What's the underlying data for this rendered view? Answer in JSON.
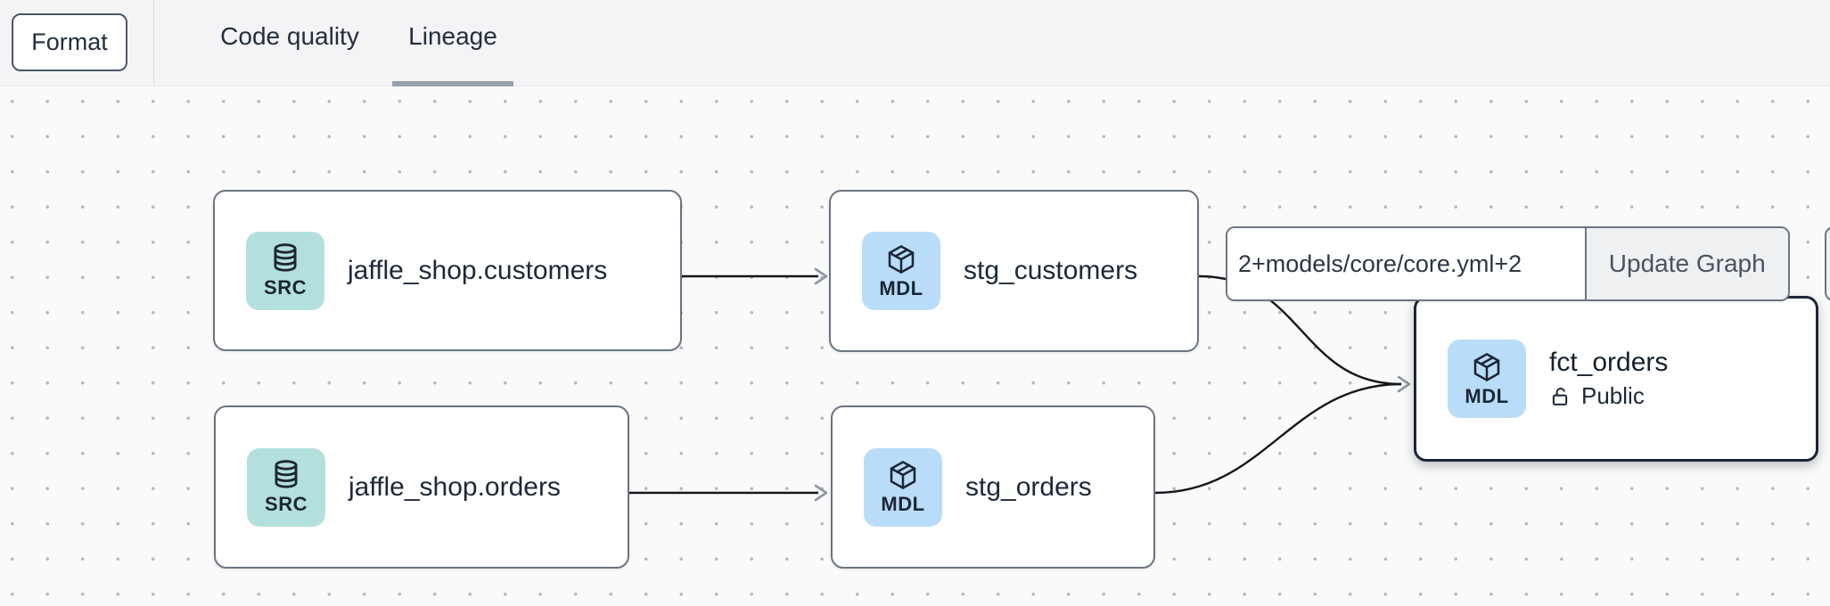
{
  "toolbar": {
    "format_label": "Format",
    "tabs": [
      {
        "label": "Code quality",
        "active": false
      },
      {
        "label": "Lineage",
        "active": true
      }
    ]
  },
  "lineage_controls": {
    "selector_value": "2+models/core/core.yml+2",
    "update_button_label": "Update Graph"
  },
  "graph": {
    "nodes": [
      {
        "id": "jaffle_shop.customers",
        "label": "jaffle_shop.customers",
        "badge": "SRC",
        "kind": "source",
        "selected": false
      },
      {
        "id": "stg_customers",
        "label": "stg_customers",
        "badge": "MDL",
        "kind": "model",
        "selected": false
      },
      {
        "id": "jaffle_shop.orders",
        "label": "jaffle_shop.orders",
        "badge": "SRC",
        "kind": "source",
        "selected": false
      },
      {
        "id": "stg_orders",
        "label": "stg_orders",
        "badge": "MDL",
        "kind": "model",
        "selected": false
      },
      {
        "id": "fct_orders",
        "label": "fct_orders",
        "badge": "MDL",
        "kind": "model",
        "access": "Public",
        "selected": true
      }
    ],
    "edges": [
      {
        "from": "jaffle_shop.customers",
        "to": "stg_customers"
      },
      {
        "from": "jaffle_shop.orders",
        "to": "stg_orders"
      },
      {
        "from": "stg_customers",
        "to": "fct_orders"
      },
      {
        "from": "stg_orders",
        "to": "fct_orders"
      }
    ]
  },
  "icons": {
    "source_badge": "database-icon",
    "model_badge": "cube-icon",
    "access_public": "unlock-icon"
  },
  "colors": {
    "toolbar_bg": "#f4f4f6",
    "canvas_bg": "#fafafa",
    "dot_grid": "#b4b8c1",
    "node_border": "#6b7482",
    "selected_node_border": "#1c2635",
    "source_badge_bg": "#b3e0dd",
    "model_badge_bg": "#b9dcf8",
    "edge": "#15171c",
    "arrowhead": "#8d96a4",
    "tab_underline": "#99a1ae",
    "text_dark": "#1d2938"
  }
}
